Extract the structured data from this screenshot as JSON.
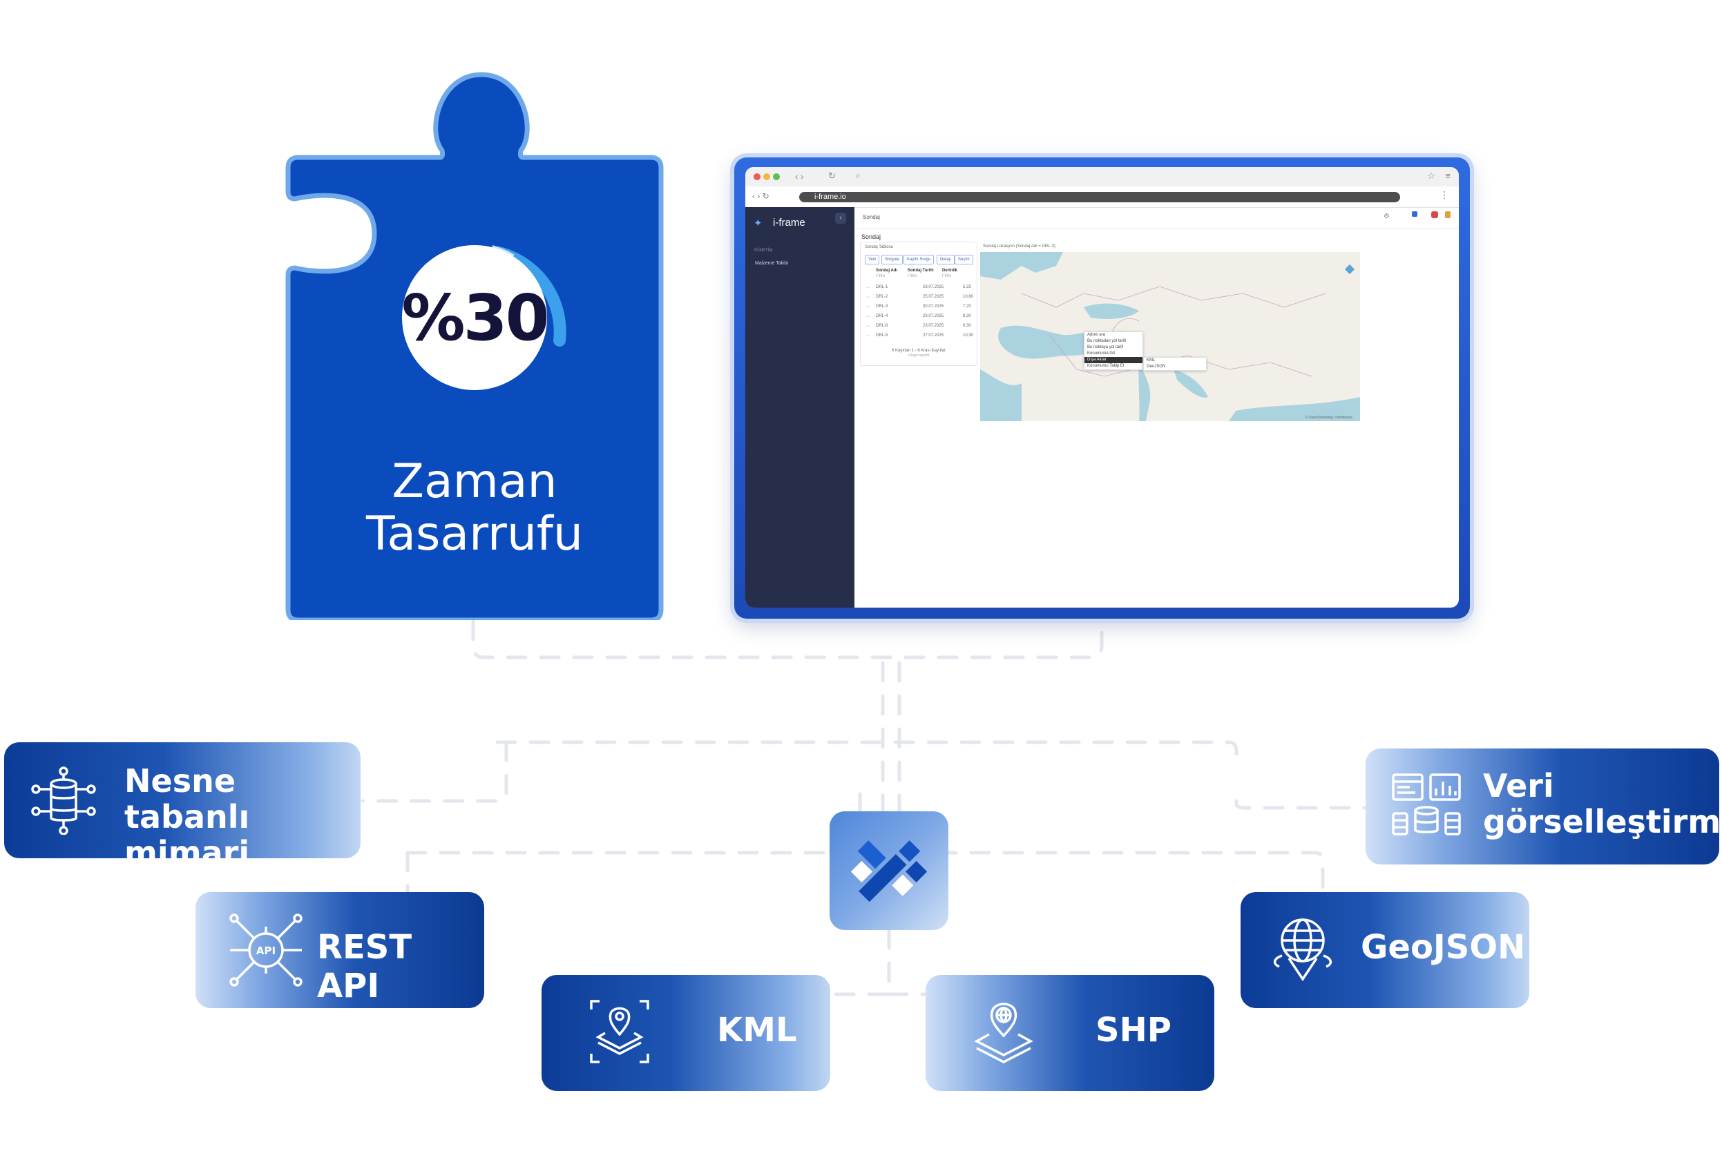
{
  "badge": {
    "value": "%30",
    "title_line1": "Zaman",
    "title_line2": "Tasarrufu"
  },
  "browser": {
    "url": "i-frame.io",
    "brand": "i-frame",
    "sidebar_section": "YÖNETİM",
    "sidebar_item": "Malzeme Takibi",
    "breadcrumb": "Sondaj",
    "page_title": "Sondaj",
    "table_panel_title": "Sondaj Tablosu",
    "map_panel_title": "Sondaj Lokasyon (Sondaj Adı = DRL-3)",
    "toolbar_buttons": [
      "Yeni",
      "Sorgula",
      "Kayıtlı Sorgu",
      "Detay",
      "Seçim"
    ],
    "columns": [
      "Sondaj Adı",
      "Sondaj Tarihi",
      "Derinlik"
    ],
    "filter_placeholder": "Filtre",
    "rows": [
      {
        "name": "DRL-1",
        "date": "23.07.2025",
        "depth": "5,33"
      },
      {
        "name": "DRL-2",
        "date": "25.07.2025",
        "depth": "10,60"
      },
      {
        "name": "DRL-3",
        "date": "30.07.2025",
        "depth": "7,20"
      },
      {
        "name": "DRL-4",
        "date": "23.07.2025",
        "depth": "8,30"
      },
      {
        "name": "DRL-8",
        "date": "23.07.2025",
        "depth": "6,30"
      },
      {
        "name": "DRL-5",
        "date": "27.07.2025",
        "depth": "10,30"
      }
    ],
    "pagination": "6 Kayıttan 1 - 6 Arası Kayıtlar",
    "pagination_sub": "0 kayıt seçildi",
    "context_menu": [
      "Adres ara",
      "Bu noktadan yol tarifi",
      "Bu noktaya yol tarifi",
      "Konumuma Git",
      "Dışa Aktar",
      "Konumumu Takip Et"
    ],
    "submenu": [
      "KML",
      "GeoJSON"
    ],
    "map_attribution": "© OpenStreetMap contributors."
  },
  "features": {
    "object": "Nesne tabanlı mimari",
    "object_line1": "Nesne tabanlı",
    "object_line2": "mimari",
    "rest": "REST API",
    "kml": "KML",
    "shp": "SHP",
    "viz_line1": "Veri",
    "viz_line2": "görselleştirme",
    "geojson": "GeoJSON"
  },
  "colors": {
    "puzzle": "#0a4bbd",
    "puzzle_border": "#6fa9ea",
    "dark_navy": "#0c3a93",
    "light_blue": "#c1d6f3",
    "sidebar": "#262e4a",
    "badge_text": "#14133a"
  },
  "icons": {
    "object": "database-network-icon",
    "rest": "api-gear-icon",
    "kml": "map-pin-layers-icon",
    "shp": "globe-pin-layers-icon",
    "viz": "dashboard-database-icon",
    "geojson": "globe-pin-icon",
    "hub": "i-frame-logo-icon"
  }
}
